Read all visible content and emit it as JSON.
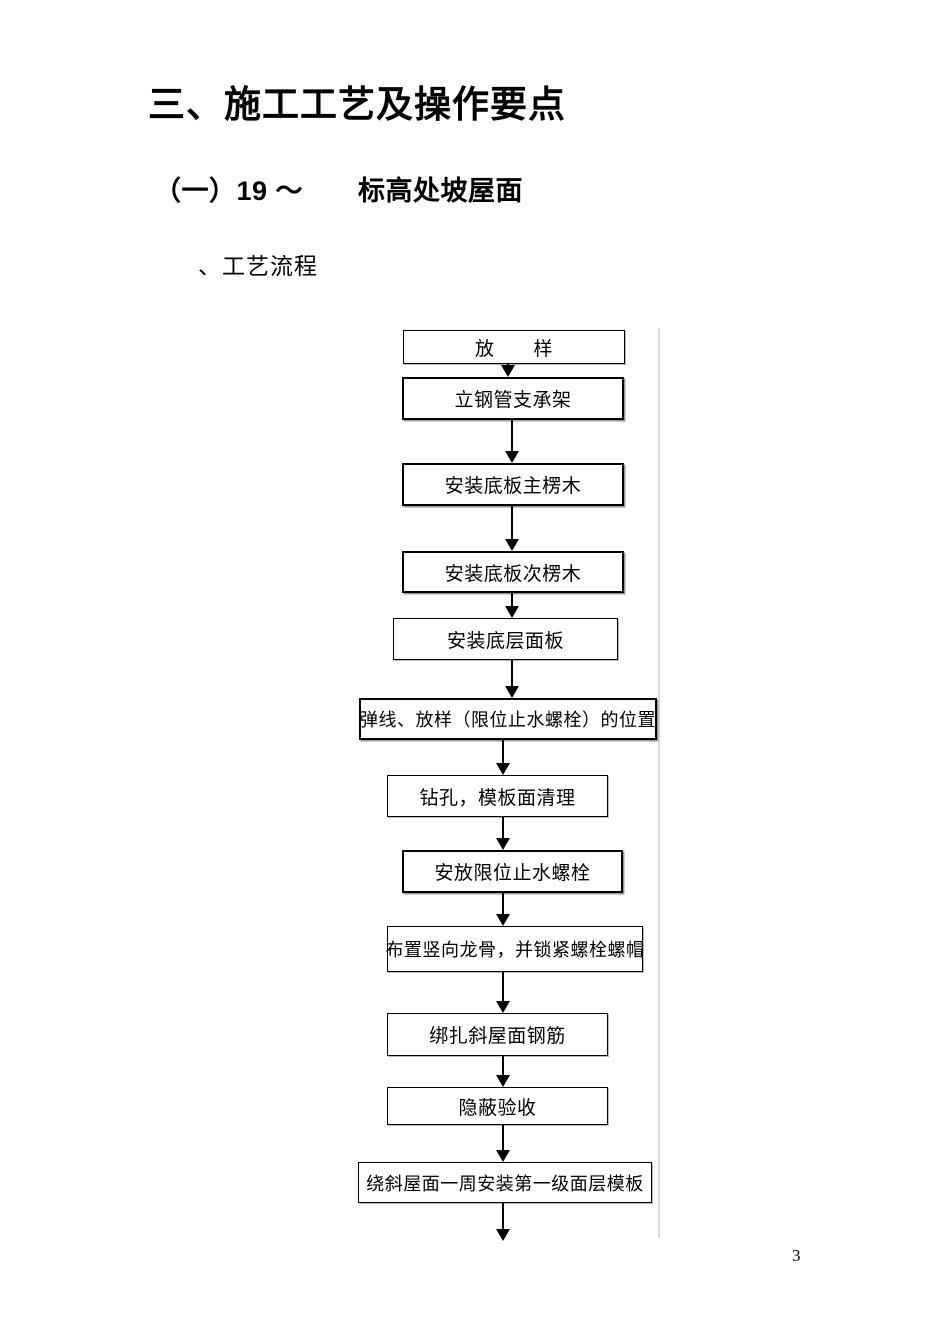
{
  "document": {
    "heading": "三、施工工艺及操作要点",
    "subheading": "（一）19 ～　　标高处坡屋面",
    "process_label": "、工艺流程",
    "page_number": "3"
  },
  "flowchart": {
    "type": "flowchart",
    "direction": "top-down",
    "steps": [
      {
        "label": "放　　样",
        "style": "thin"
      },
      {
        "label": "立钢管支承架",
        "style": "thick"
      },
      {
        "label": "安装底板主楞木",
        "style": "thick"
      },
      {
        "label": "安装底板次楞木",
        "style": "thick"
      },
      {
        "label": "安装底层面板",
        "style": "thin"
      },
      {
        "label": "弹线、放样（限位止水螺栓）的位置",
        "style": "thick"
      },
      {
        "label": "钻孔，模板面清理",
        "style": "thin"
      },
      {
        "label": "安放限位止水螺栓",
        "style": "thick"
      },
      {
        "label": "布置竖向龙骨，并锁紧螺栓螺帽",
        "style": "thin"
      },
      {
        "label": "绑扎斜屋面钢筋",
        "style": "thin"
      },
      {
        "label": "隐蔽验收",
        "style": "thin"
      },
      {
        "label": "绕斜屋面一周安装第一级面层模板",
        "style": "thin"
      }
    ]
  }
}
